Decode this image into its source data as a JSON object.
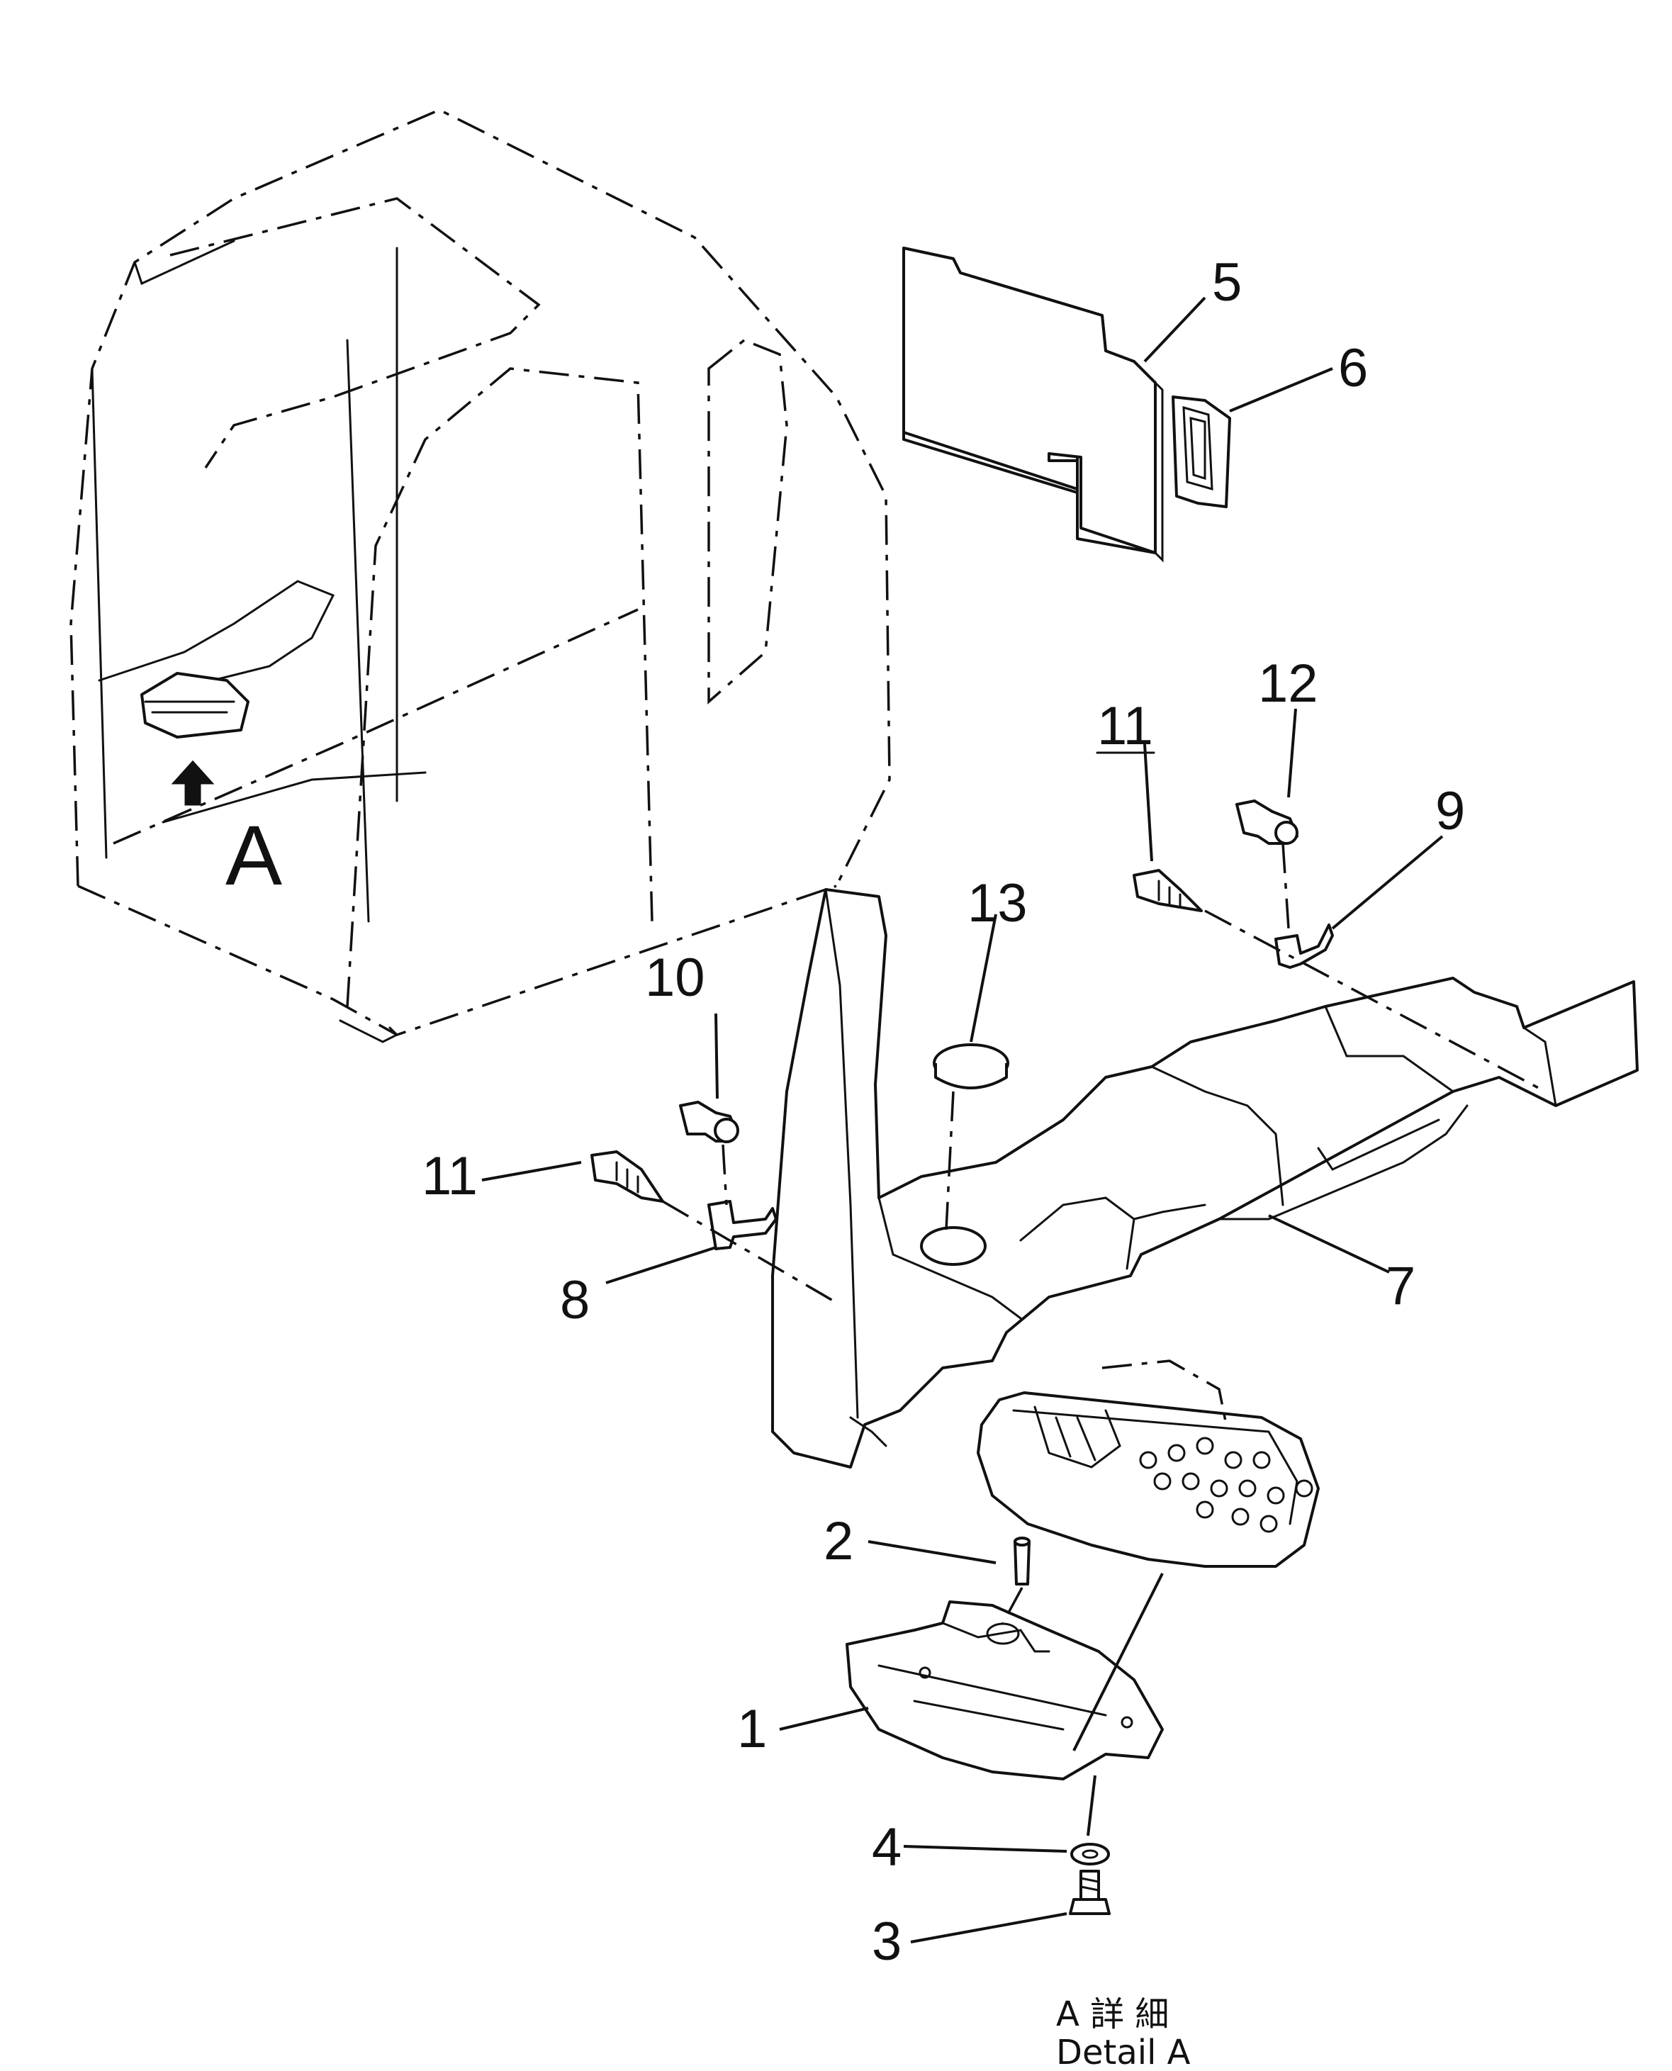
{
  "callouts": {
    "c1": "1",
    "c2": "2",
    "c3": "3",
    "c4": "4",
    "c5": "5",
    "c6": "6",
    "c7": "7",
    "c8": "8",
    "c9": "9",
    "c10": "10",
    "c11a": "11",
    "c11b": "11",
    "c12": "12",
    "c13": "13"
  },
  "view_marker": "A",
  "detail_title_jp": "A 詳 細",
  "detail_title_en": "Detail A"
}
